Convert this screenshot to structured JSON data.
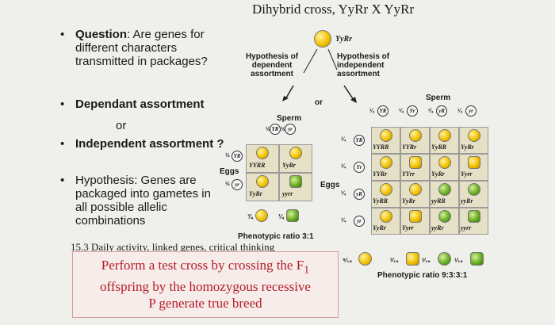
{
  "slide": {
    "title": "Dihybrid cross, YyRr  X  YyRr",
    "bullets": {
      "question_label": "Question",
      "question_text": ": Are genes for different characters transmitted in packages?",
      "dependant": "Dependant assortment",
      "or": "or",
      "independent": "Independent assortment ?",
      "hypothesis": "Hypothesis: Genes are packaged into gametes in all possible allelic combinations"
    },
    "caption": "15.3 Daily activity, linked genes, critical thinking",
    "note": "Perform a test cross by crossing the F1 offspring by the homozygous recessive P generate true breed",
    "note_parts": {
      "line1": "Perform a test cross by crossing the F",
      "sub": "1",
      "line2": "offspring by the homozygous recessive",
      "line3": "P generate true breed"
    }
  },
  "figure": {
    "parent_label": "YyRr",
    "hyp_dependent": "Hypothesis of dependent assortment",
    "hyp_independent": "Hypothesis of independent assortment",
    "or": "or",
    "sperm": "Sperm",
    "eggs": "Eggs",
    "left_grid": {
      "sperm_gametes": [
        "YR",
        "yr"
      ],
      "egg_gametes": [
        "YR",
        "yr"
      ],
      "fraction": "½",
      "genotypes": [
        [
          "YYRR",
          "YyRr"
        ],
        [
          "YyRr",
          "yyrr"
        ]
      ],
      "phenotypic_ratio": "Phenotypic ratio 3:1",
      "ratio_fractions": [
        "¾",
        "¼"
      ]
    },
    "right_grid": {
      "gametes": [
        "YR",
        "Yr",
        "yR",
        "yr"
      ],
      "fraction": "¼",
      "genotypes": [
        [
          "YYRR",
          "YYRr",
          "YyRR",
          "YyRr"
        ],
        [
          "YYRr",
          "YYrr",
          "YyRr",
          "Yyrr"
        ],
        [
          "YyRR",
          "YyRr",
          "yyRR",
          "yyRr"
        ],
        [
          "YyRr",
          "Yyrr",
          "yyRr",
          "yyrr"
        ]
      ],
      "phenotypic_ratio": "Phenotypic ratio 9:3:3:1",
      "ratio_fractions": [
        "⁹⁄₁₆",
        "³⁄₁₆",
        "³⁄₁₆",
        "¹⁄₁₆"
      ]
    }
  }
}
